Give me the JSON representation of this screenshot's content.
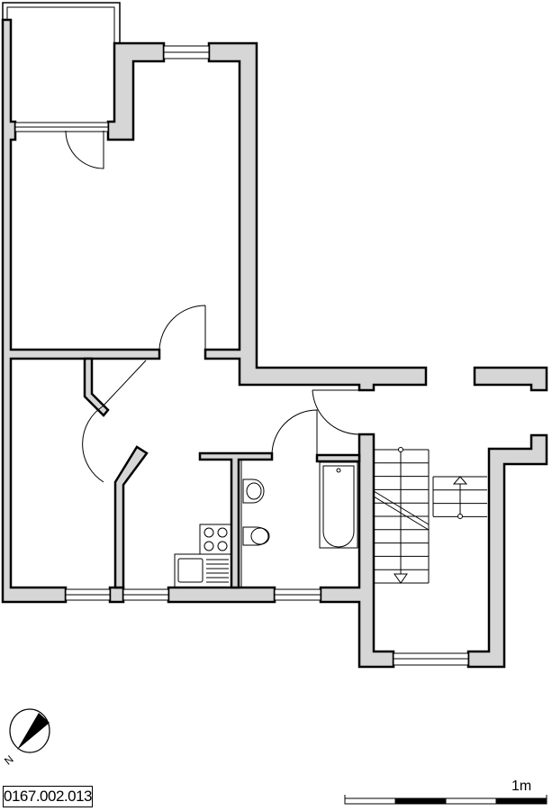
{
  "plan": {
    "id_label": "0167.002.013",
    "north_label": "N",
    "scale_label": "1m"
  },
  "colors": {
    "wall_fill": "#d6d6d6",
    "line": "#000000"
  }
}
